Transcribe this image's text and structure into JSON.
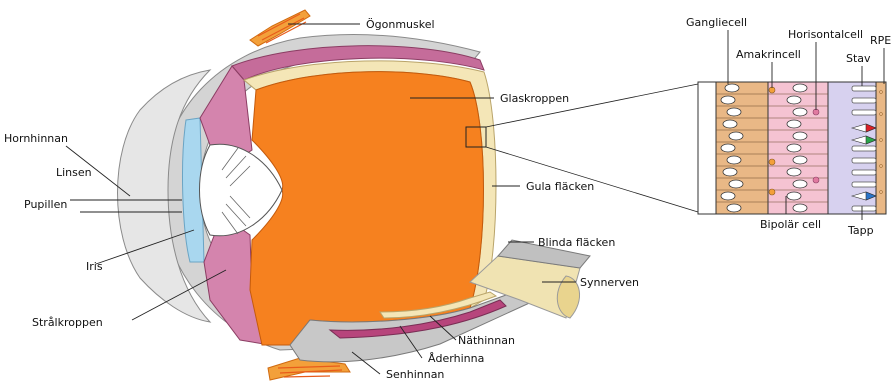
{
  "labels": {
    "ogonmuskel": "Ögonmuskel",
    "hornhinnan": "Hornhinnan",
    "linsen": "Linsen",
    "pupillen": "Pupillen",
    "iris": "Iris",
    "stralkroppen": "Strålkroppen",
    "glaskroppen": "Glaskroppen",
    "gula_flacken": "Gula fläcken",
    "blinda_flacken": "Blinda fläcken",
    "synnerven": "Synnerven",
    "nathinnan": "Näthinnan",
    "aderhinna": "Åderhinna",
    "senhinnan": "Senhinnan"
  },
  "retina_labels": {
    "gangliecell": "Gangliecell",
    "amakrincell": "Amakrincell",
    "horisontalcell": "Horisontalcell",
    "stav": "Stav",
    "rpe": "RPE",
    "bipolar_cell": "Bipolär cell",
    "tapp": "Tapp"
  },
  "colors": {
    "vitreous": "#f6811f",
    "sclera": "#d4d4d4",
    "cornea": "#e6e6e6",
    "iris_blue": "#a9d7ef",
    "choroid": "#c56c9a",
    "retina": "#f4e6b7",
    "muscle": "#f3a03a",
    "ganglion_layer": "#e9b886",
    "bipolar_layer": "#f5c3d2",
    "rod_layer": "#d7d1ef",
    "cone_red": "#dd1f26",
    "cone_green": "#2aa54a",
    "cone_blue": "#2a74c9"
  }
}
